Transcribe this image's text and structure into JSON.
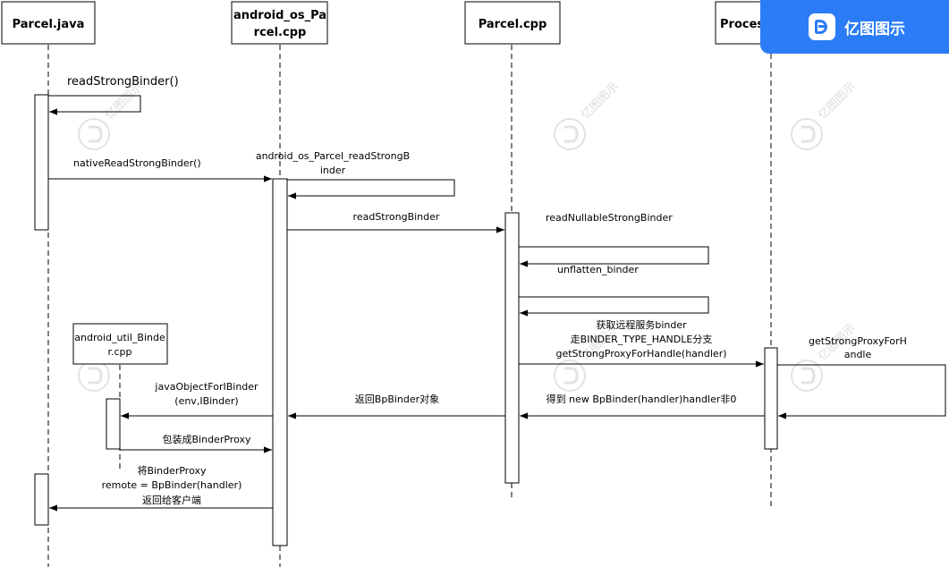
{
  "participants": [
    {
      "id": "parcel_java",
      "lines": [
        "Parcel.java"
      ]
    },
    {
      "id": "android_os_parcel",
      "lines": [
        "android_os_Pa",
        "rcel.cpp"
      ]
    },
    {
      "id": "parcel_cpp",
      "lines": [
        "Parcel.cpp"
      ]
    },
    {
      "id": "process",
      "lines": [
        "Proces"
      ]
    }
  ],
  "helper_box": {
    "lines": [
      "android_util_Binde",
      "r.cpp"
    ]
  },
  "messages": {
    "m1": [
      "readStrongBinder()"
    ],
    "m2": [
      "nativeReadStrongBinder()"
    ],
    "m3": [
      "android_os_Parcel_readStrongB",
      "inder"
    ],
    "m4": [
      "readStrongBinder"
    ],
    "m5": [
      "readNullableStrongBinder"
    ],
    "m6": [
      "unflatten_binder"
    ],
    "m7": [
      "获取远程服务binder",
      "走BINDER_TYPE_HANDLE分支",
      "getStrongProxyForHandle(handler)"
    ],
    "m8": [
      "getStrongProxyForH",
      "andle"
    ],
    "m9": [
      "得到 new BpBinder(handler)handler非0"
    ],
    "m10": [
      "返回BpBinder对象"
    ],
    "m11": [
      "javaObjectForIBinder",
      "(env,IBinder)"
    ],
    "m12": [
      "包装成BinderProxy"
    ],
    "m13": [
      "将BinderProxy",
      "remote = BpBinder(handler)",
      "返回给客户端"
    ]
  },
  "watermark": {
    "text": "亿图图示"
  },
  "brand": {
    "name": "亿图图示",
    "color": "#2b7cf6"
  }
}
